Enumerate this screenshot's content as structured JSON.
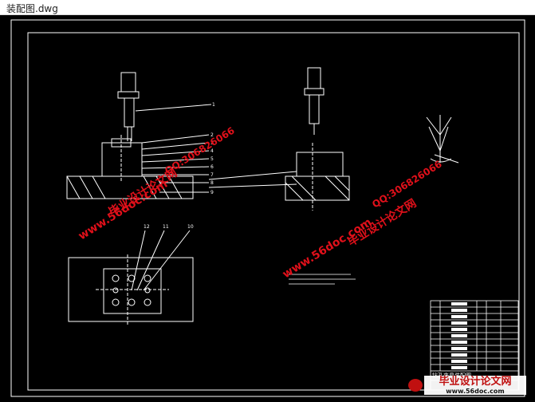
{
  "window": {
    "title": "装配图.dwg"
  },
  "drawing": {
    "part_numbers": [
      "1",
      "2",
      "3",
      "4",
      "5",
      "6",
      "7",
      "8",
      "9",
      "10",
      "11",
      "12"
    ],
    "top_callouts": [
      "12",
      "11",
      "10"
    ],
    "title_block_label": "钻孔夹具装配图",
    "colors": {
      "background": "#000000",
      "lines": "#ffffff",
      "accent": "#00c8c8"
    }
  },
  "watermarks": {
    "site": "www.56doc.com",
    "qq": "QQ:306826066",
    "brand": "毕业设计论文网",
    "footer_brand": "毕业设计论文网",
    "footer_site": "www.56doc.com"
  }
}
